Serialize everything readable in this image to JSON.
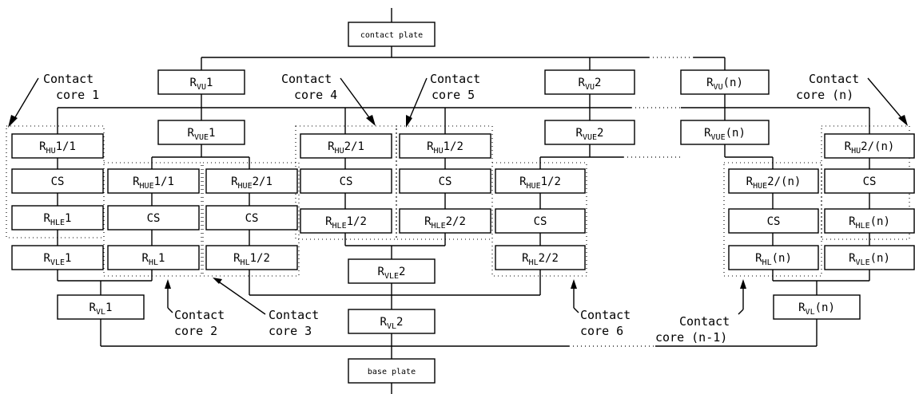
{
  "diagram": {
    "plates": {
      "top": "contact plate",
      "bottom": "base plate"
    },
    "blocks": {
      "rvu1": {
        "main": "R",
        "sub": "VU",
        "tail": "1"
      },
      "rvu2": {
        "main": "R",
        "sub": "VU",
        "tail": "2"
      },
      "rvun": {
        "main": "R",
        "sub": "VU",
        "tail": "(n)"
      },
      "rvue1": {
        "main": "R",
        "sub": "VUE",
        "tail": "1"
      },
      "rvue2": {
        "main": "R",
        "sub": "VUE",
        "tail": "2"
      },
      "rvuen": {
        "main": "R",
        "sub": "VUE",
        "tail": "(n)"
      },
      "rhu11": {
        "main": "R",
        "sub": "HU",
        "tail": "1/1"
      },
      "rhu21": {
        "main": "R",
        "sub": "HU",
        "tail": "2/1"
      },
      "rhu12": {
        "main": "R",
        "sub": "HU",
        "tail": "1/2"
      },
      "rhu2n": {
        "main": "R",
        "sub": "HU",
        "tail": "2/(n)"
      },
      "rhue11": {
        "main": "R",
        "sub": "HUE",
        "tail": "1/1"
      },
      "rhue21": {
        "main": "R",
        "sub": "HUE",
        "tail": "2/1"
      },
      "rhue12": {
        "main": "R",
        "sub": "HUE",
        "tail": "1/2"
      },
      "rhue2n": {
        "main": "R",
        "sub": "HUE",
        "tail": "2/(n)"
      },
      "rhle1": {
        "main": "R",
        "sub": "HLE",
        "tail": "1"
      },
      "rhle12": {
        "main": "R",
        "sub": "HLE",
        "tail": "1/2"
      },
      "rhle22": {
        "main": "R",
        "sub": "HLE",
        "tail": "2/2"
      },
      "rhlen": {
        "main": "R",
        "sub": "HLE",
        "tail": "(n)"
      },
      "rhl1": {
        "main": "R",
        "sub": "HL",
        "tail": "1"
      },
      "rhl12": {
        "main": "R",
        "sub": "HL",
        "tail": "1/2"
      },
      "rhl22": {
        "main": "R",
        "sub": "HL",
        "tail": "2/2"
      },
      "rhln": {
        "main": "R",
        "sub": "HL",
        "tail": "(n)"
      },
      "rvle1": {
        "main": "R",
        "sub": "VLE",
        "tail": "1"
      },
      "rvle2": {
        "main": "R",
        "sub": "VLE",
        "tail": "2"
      },
      "rvlen": {
        "main": "R",
        "sub": "VLE",
        "tail": "(n)"
      },
      "rvl1": {
        "main": "R",
        "sub": "VL",
        "tail": "1"
      },
      "rvl2": {
        "main": "R",
        "sub": "VL",
        "tail": "2"
      },
      "rvln": {
        "main": "R",
        "sub": "VL",
        "tail": "(n)"
      },
      "cs": "CS"
    },
    "annotations": {
      "core1": [
        "Contact",
        "core 1"
      ],
      "core2": [
        "Contact",
        "core 2"
      ],
      "core3": [
        "Contact",
        "core 3"
      ],
      "core4": [
        "Contact",
        "core 4"
      ],
      "core5": [
        "Contact",
        "core 5"
      ],
      "core6": [
        "Contact",
        "core 6"
      ],
      "coren": [
        "Contact",
        "core (n)"
      ],
      "coren1": [
        "Contact",
        "core (n-1)"
      ]
    }
  }
}
